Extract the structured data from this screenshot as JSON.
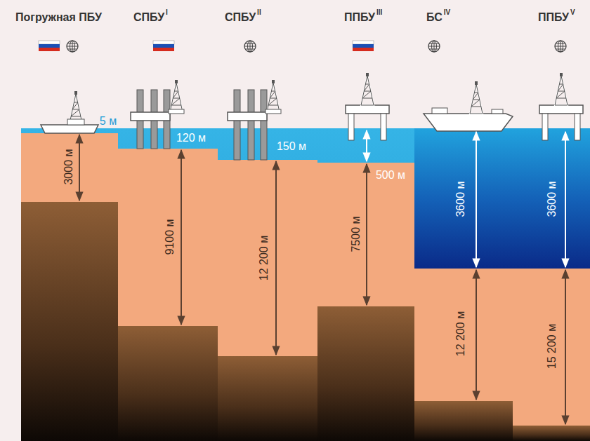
{
  "diagram": {
    "labels": [
      "Погружная ПБУ",
      "СПБУ",
      "I",
      "СПБУ",
      "II",
      "ППБУ",
      "III",
      "БС",
      "IV",
      "ППБУ",
      "V",
      "5 м",
      "3000 м",
      "120 м",
      "9100 м",
      "150 м",
      "12 200 м",
      "500 м",
      "7500 м",
      "3600 м",
      "12 200 м",
      "3600 м",
      "15 200 м"
    ]
  }
}
